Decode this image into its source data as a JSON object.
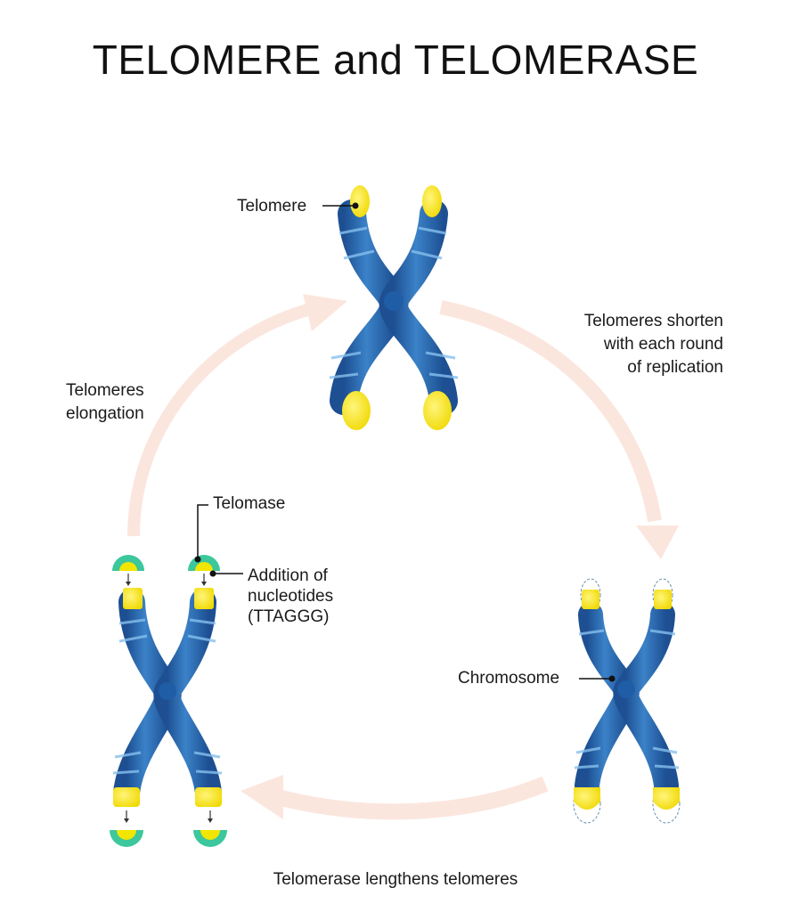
{
  "title": "TELOMERE and TELOMERASE",
  "labels": {
    "telomere": "Telomere",
    "shorten": "Telomeres shorten\nwith each round\nof replication",
    "elongation": "Telomeres\nelongation",
    "telomase": "Telomase",
    "addition": "Addition of\nnucleotides\n(TTAGGG)",
    "chromosome": "Chromosome",
    "lengthens": "Telomerase lengthens telomeres"
  },
  "colors": {
    "chromosome_blue": "#2e6fb5",
    "chromosome_light": "#4d97d6",
    "telomere_yellow": "#f2e600",
    "telomerase_green": "#3cc79c",
    "cycle_arrow": "#fbe6de",
    "label_text": "#1a1a1a"
  }
}
